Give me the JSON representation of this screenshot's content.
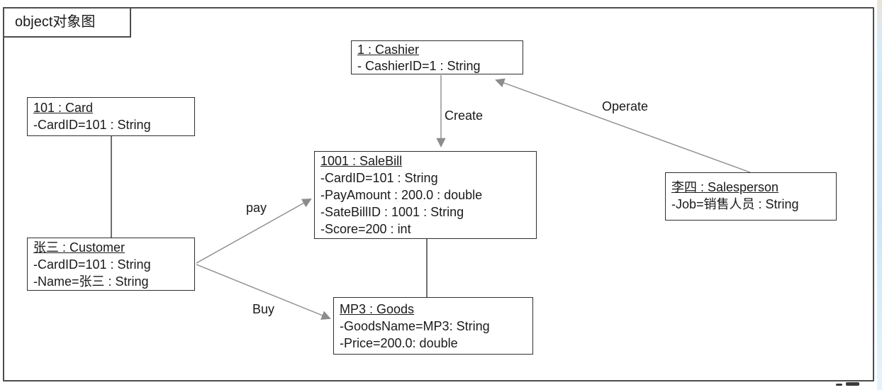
{
  "diagram": {
    "title": "object对象图",
    "nodes": {
      "cashier": {
        "title": "1 : Cashier",
        "attrs": [
          "- CashierID=1 : String"
        ]
      },
      "card": {
        "title": "101 : Card",
        "attrs": [
          "-CardID=101 : String"
        ]
      },
      "salebill": {
        "title": "1001 : SaleBill",
        "attrs": [
          "-CardID=101 : String",
          "-PayAmount : 200.0 : double",
          "-SateBillID : 1001 : String",
          "-Score=200 : int"
        ]
      },
      "salesperson": {
        "title": "李四 : Salesperson",
        "attrs": [
          "-Job=销售人员 : String"
        ]
      },
      "customer": {
        "title": "张三 : Customer",
        "attrs": [
          "-CardID=101 : String",
          "-Name=张三 : String"
        ]
      },
      "goods": {
        "title": "MP3 : Goods",
        "attrs": [
          "-GoodsName=MP3: String",
          "-Price=200.0: double"
        ]
      }
    },
    "edges": {
      "create": {
        "label": "Create"
      },
      "operate": {
        "label": "Operate"
      },
      "pay": {
        "label": "pay"
      },
      "buy": {
        "label": "Buy"
      }
    },
    "colors": {
      "box_border": "#2f2f2f",
      "frame_border": "#4d4d4d",
      "arrow_line": "#8c8c8c",
      "association_line": "#3f3f3f",
      "text": "#1a1a1a",
      "edge_strip_blue": "#cde6f5"
    }
  }
}
